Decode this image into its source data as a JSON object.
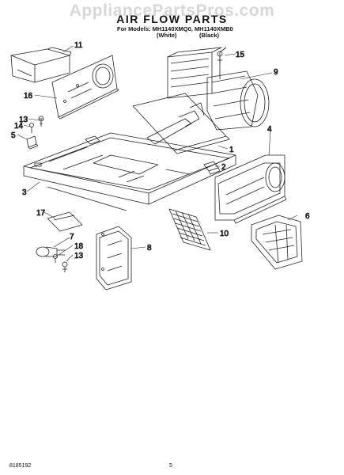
{
  "watermark": "AppliancePartsPros.com",
  "title": "AIR FLOW PARTS",
  "models": "For Models: MH1140XMQ0, MH1140XMB0",
  "variants": {
    "white": "(White)",
    "black": "(Black)"
  },
  "footer": {
    "doc_number": "8185192",
    "page_number": "5"
  },
  "callouts": {
    "c1": "1",
    "c2": "2",
    "c3": "3",
    "c4": "4",
    "c5": "5",
    "c6": "6",
    "c7": "7",
    "c8": "8",
    "c9": "9",
    "c10": "10",
    "c11": "11",
    "c13a": "13",
    "c13b": "13",
    "c14": "14",
    "c15": "15",
    "c16": "16",
    "c17": "17",
    "c18": "18"
  }
}
